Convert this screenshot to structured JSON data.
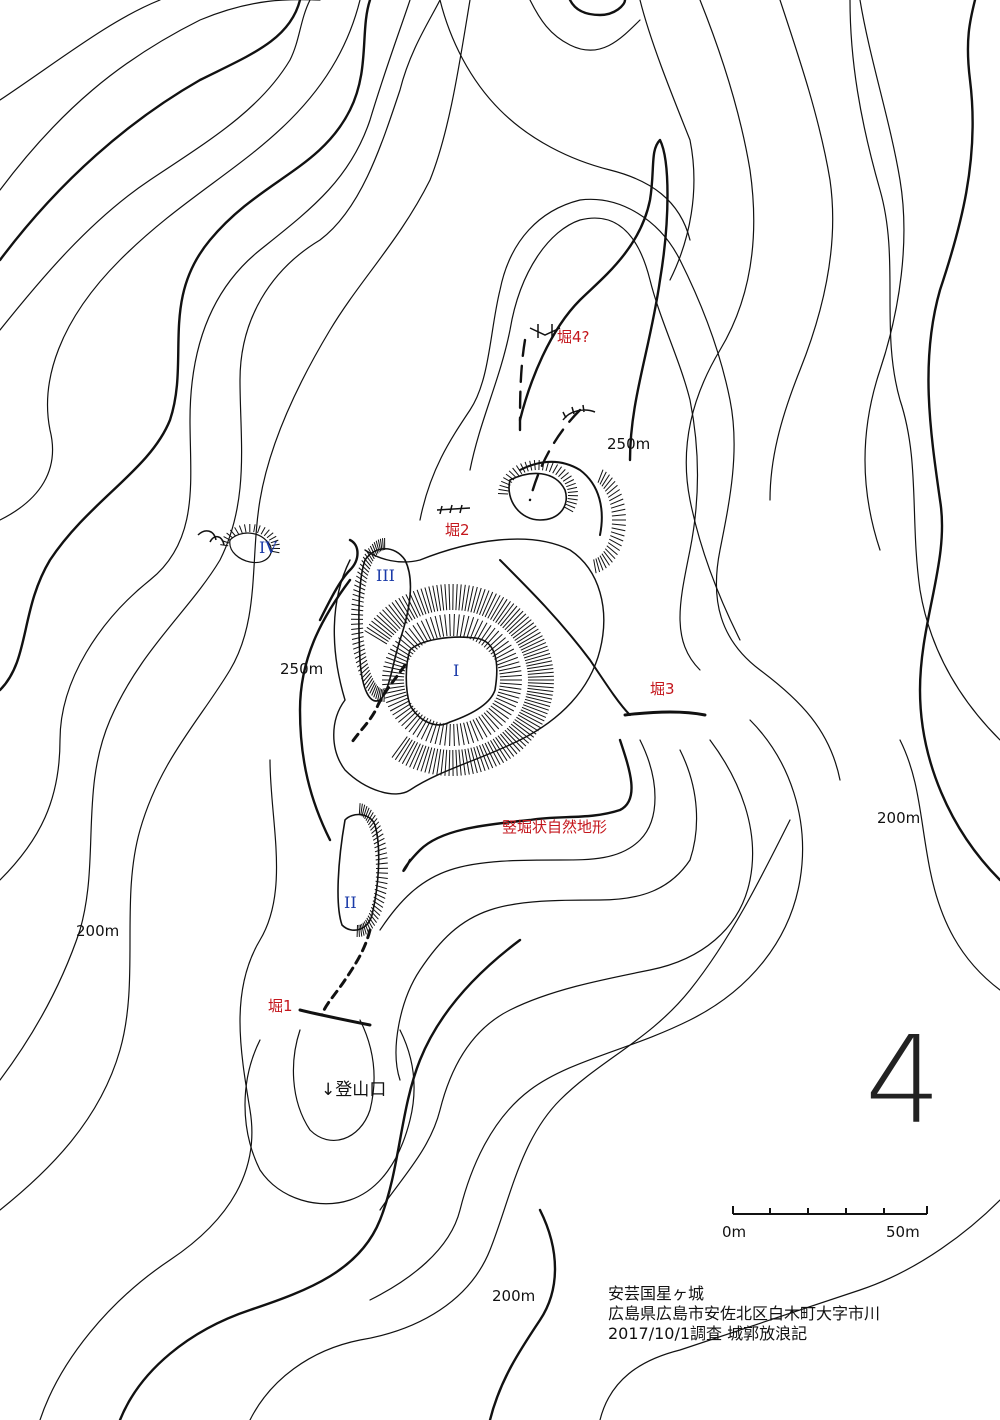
{
  "title": "安芸国星ヶ城",
  "address": "広島県広島市安佐北区白木町大字市川",
  "survey": "2017/10/1調査 城郭放浪記",
  "north_marker": "4",
  "scale": {
    "start": "0m",
    "end": "50m"
  },
  "contour_labels": {
    "c250_east": "250m",
    "c250_west": "250m",
    "c200_east": "200m",
    "c200_west": "200m",
    "c200_south": "200m"
  },
  "kuruwa": {
    "I": "I",
    "II": "II",
    "III": "III",
    "IV": "IV"
  },
  "features": {
    "hori1": "堀1",
    "hori2": "堀2",
    "hori3": "堀3",
    "hori4": "堀4?",
    "tatebori": "竪堀状自然地形",
    "trailhead": "↓登山口"
  },
  "colors": {
    "feature_red": "#c4161c",
    "kuruwa_blue": "#1a3aa8",
    "line": "#111111"
  }
}
